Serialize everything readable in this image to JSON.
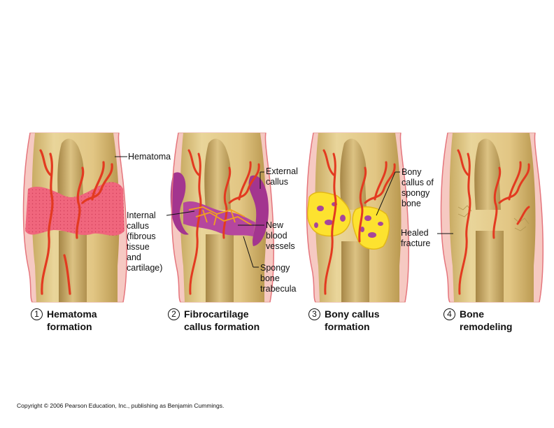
{
  "stages": [
    {
      "number": "1",
      "title": "Hematoma\nformation"
    },
    {
      "number": "2",
      "title": "Fibrocartilage\ncallus formation"
    },
    {
      "number": "3",
      "title": "Bony callus\nformation"
    },
    {
      "number": "4",
      "title": "Bone\nremodeling"
    }
  ],
  "labels": {
    "hematoma": "Hematoma",
    "internal_callus": "Internal\ncallus\n(fibrous\ntissue\nand\ncartilage)",
    "external_callus": "External\ncallus",
    "new_blood_vessels": "New\nblood\nvessels",
    "spongy_bone_trabecula": "Spongy\nbone\ntrabecula",
    "bony_callus": "Bony\ncallus of\nspongy\nbone",
    "healed_fracture": "Healed\nfracture"
  },
  "copyright": "Copyright © 2006 Pearson Education, Inc., publishing as Benjamin Cummings.",
  "colors": {
    "bone": "#e3c987",
    "bone_shadow": "#b99a55",
    "marrow": "#f1e2b6",
    "periosteum": "#f5c3bd",
    "hematoma": "#f05a74",
    "vessel": "#e7301d",
    "fibrocartilage": "#a0358f",
    "bony_callus": "#fde22f"
  }
}
